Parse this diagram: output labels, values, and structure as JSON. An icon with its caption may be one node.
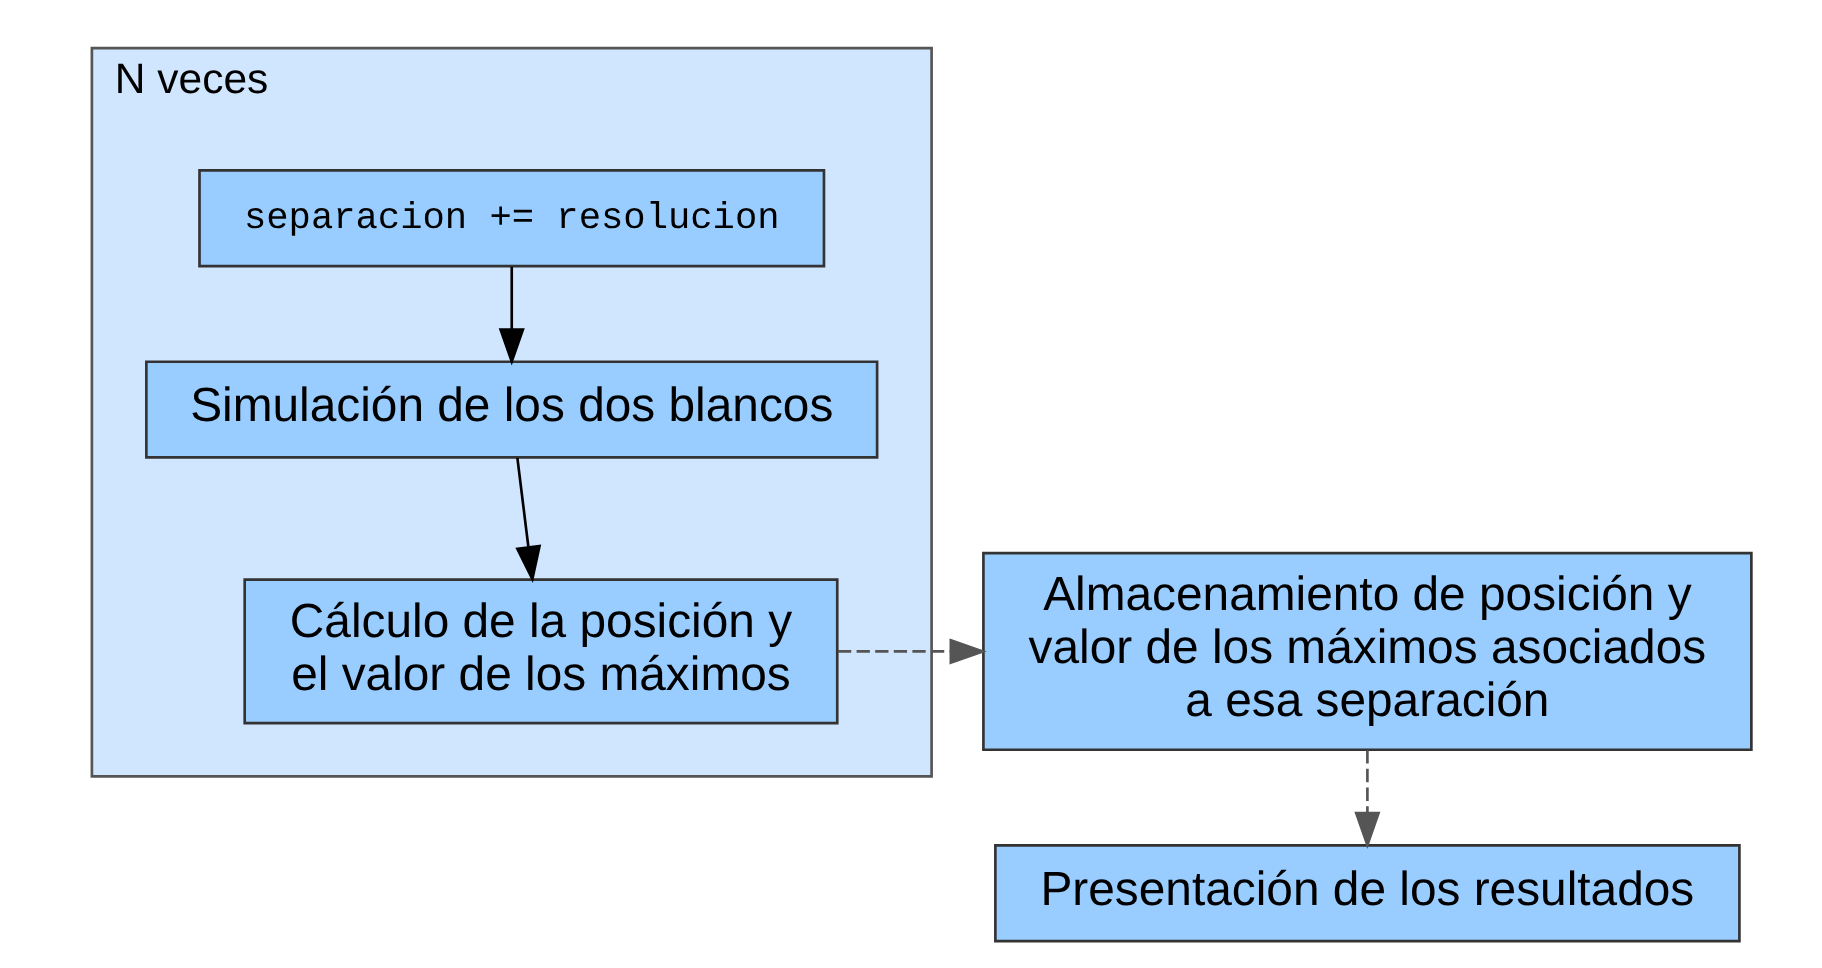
{
  "diagram": {
    "nodes": [
      {
        "text": [
          "N veces"
        ]
      },
      {
        "text": [
          "separacion += resolucion"
        ],
        "in": 0
      },
      {
        "text": [
          "Simulación de los dos blancos"
        ],
        "in": 0
      },
      {
        "text": [
          "Cálculo de la posición y el valor de los máximos"
        ],
        "in": 0
      },
      {
        "text": [
          "Almacenamiento de posición y valor de los máximos asociados a esa separación"
        ]
      },
      {
        "text": [
          "Presentación de los resultados"
        ]
      }
    ],
    "edges": [
      {
        "from": 1,
        "to": 2,
        "arrow": "to"
      },
      {
        "from": 2,
        "to": 3,
        "arrow": "to"
      },
      {
        "from": 3,
        "to": 4,
        "arrow": "to",
        "style": "dashed",
        "color": "#555555"
      },
      {
        "from": 4,
        "to": 5,
        "arrow": "to",
        "style": "dashed",
        "color": "#555555"
      }
    ]
  }
}
